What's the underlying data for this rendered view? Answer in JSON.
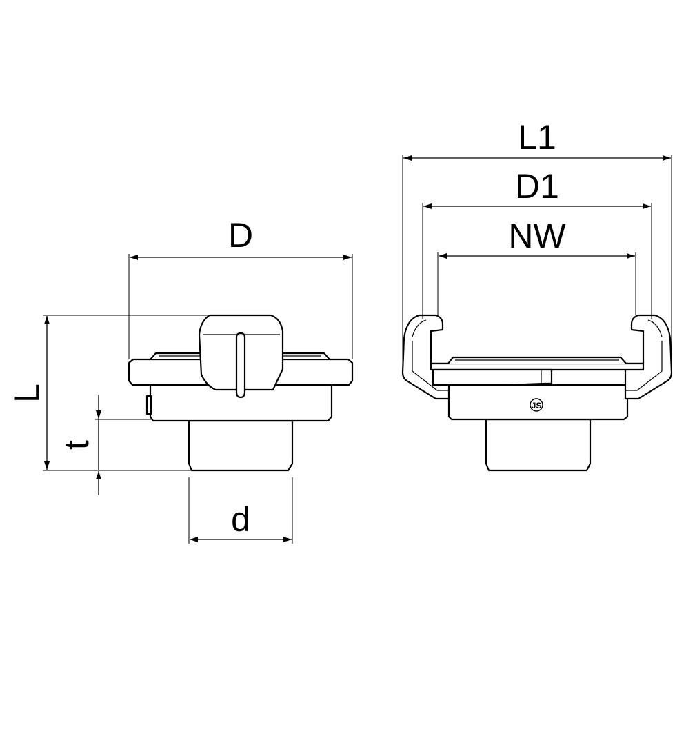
{
  "colors": {
    "background": "#ffffff",
    "line": "#000000"
  },
  "left_view": {
    "dimensions": {
      "D": "D",
      "L": "L",
      "t": "t",
      "d": "d"
    }
  },
  "right_view": {
    "dimensions": {
      "L1": "L1",
      "D1": "D1",
      "NW": "NW"
    },
    "logo_mark": "JS"
  }
}
